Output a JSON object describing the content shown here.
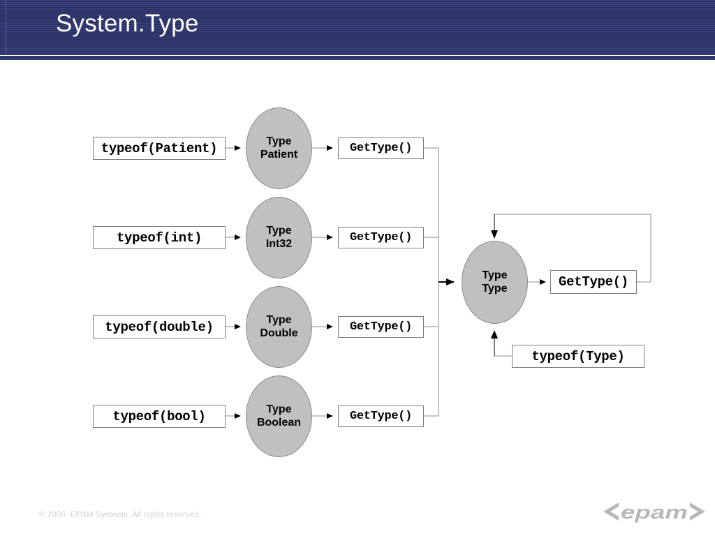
{
  "slide": {
    "title": "System.Type",
    "header_color": "#2c3570",
    "node_fill": "#c0c0c0",
    "background": "#ffffff"
  },
  "diagram": {
    "rows": [
      {
        "typeof_label": "typeof(Patient)",
        "ellipse_line1": "Type",
        "ellipse_line2": "Patient",
        "gettype_label": "GetType()"
      },
      {
        "typeof_label": "typeof(int)",
        "ellipse_line1": "Type",
        "ellipse_line2": "Int32",
        "gettype_label": "GetType()"
      },
      {
        "typeof_label": "typeof(double)",
        "ellipse_line1": "Type",
        "ellipse_line2": "Double",
        "gettype_label": "GetType()"
      },
      {
        "typeof_label": "typeof(bool)",
        "ellipse_line1": "Type",
        "ellipse_line2": "Boolean",
        "gettype_label": "GetType()"
      }
    ],
    "type_node": {
      "ellipse_line1": "Type",
      "ellipse_line2": "Type",
      "gettype_label": "GetType()",
      "typeof_label": "typeof(Type)"
    }
  },
  "footer": {
    "copyright": "® 2006. EPAM Systems. All rights reserved.",
    "logo_text": "<epam>"
  }
}
